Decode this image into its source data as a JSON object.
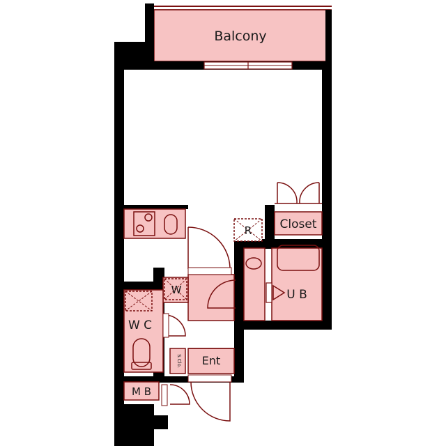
{
  "plan": {
    "rooms": {
      "balcony": "Balcony",
      "closet": "Closet",
      "refrigerator": "R",
      "washer": "W",
      "unit_bath": "U B",
      "toilet": "W C",
      "entrance": "Ent",
      "shoe_closet": "S.Clo.",
      "meter_box": "M B"
    },
    "colors": {
      "room_fill": "#f7c3c3",
      "line": "#7a1010",
      "wall": "#000000",
      "floor": "#ffffff"
    }
  }
}
